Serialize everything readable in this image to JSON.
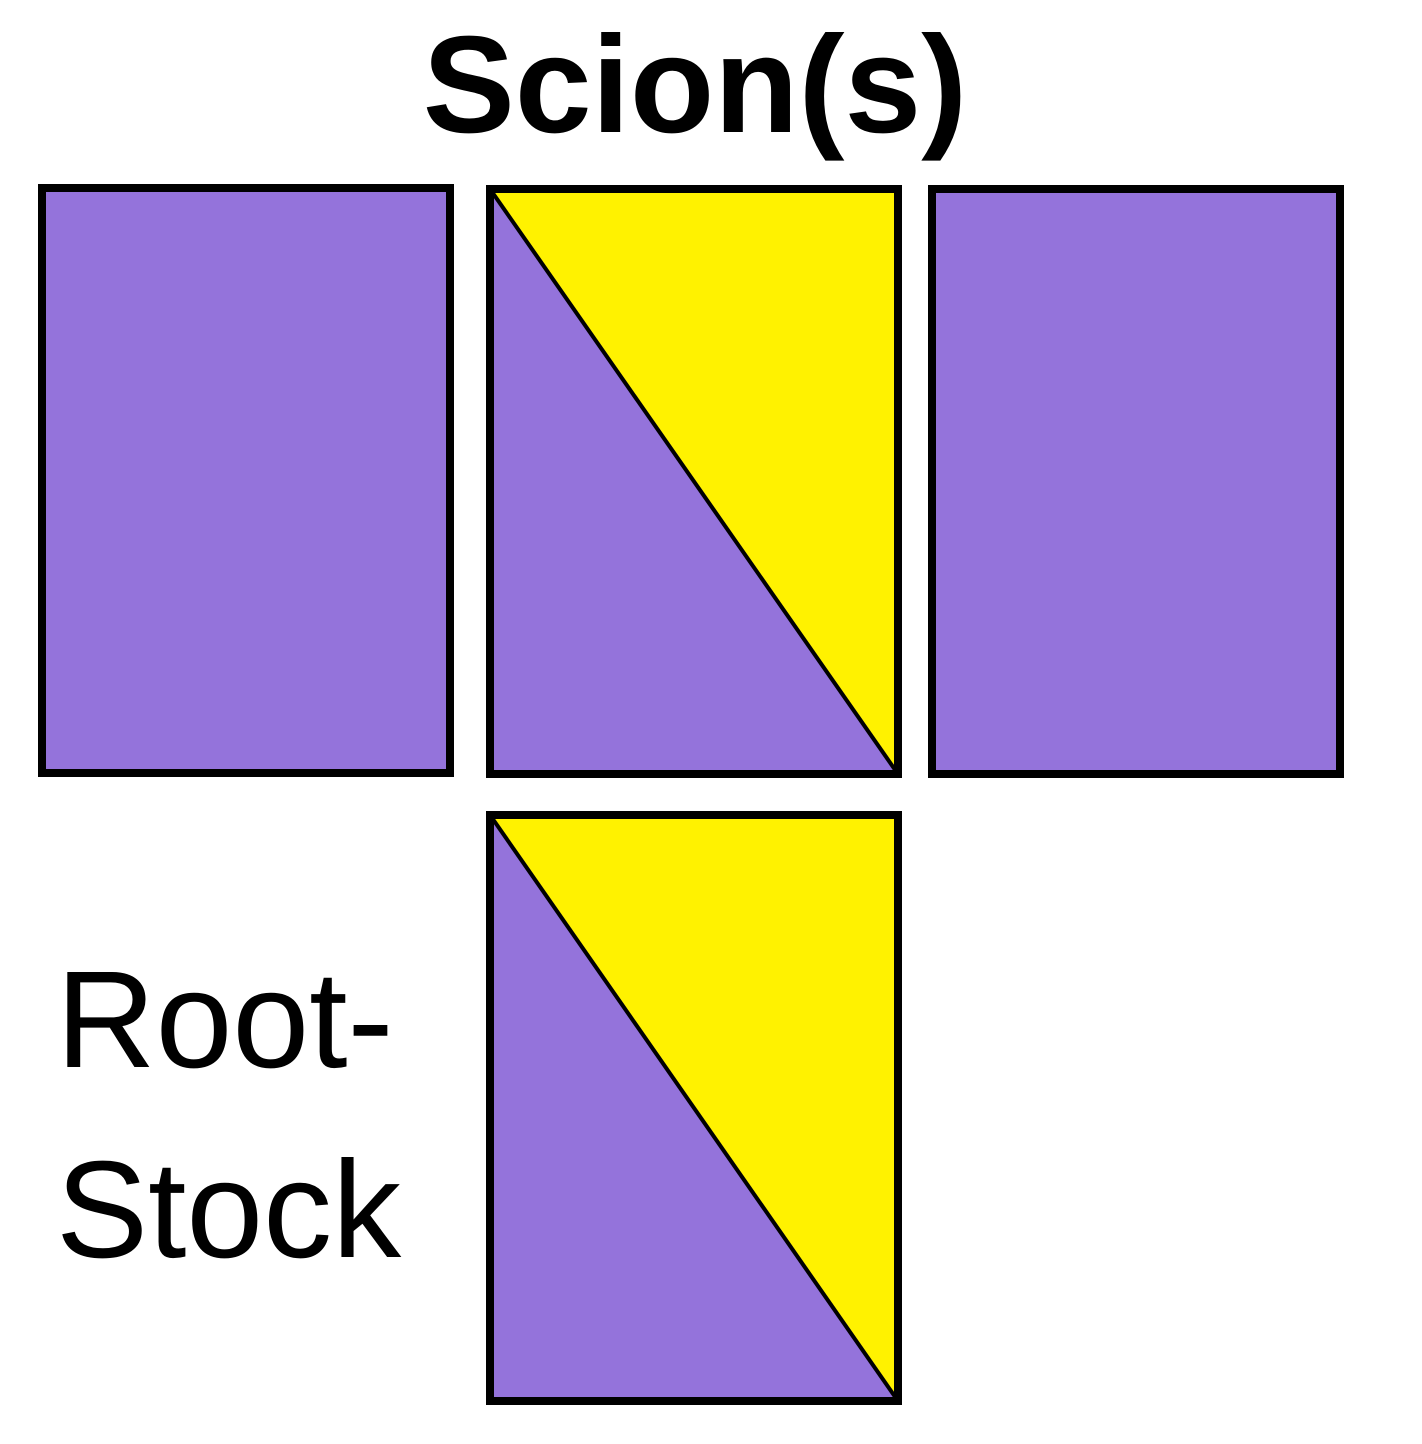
{
  "title": "Scion(s)",
  "rootstock_label": {
    "line1": "Root-",
    "line2": "Stock"
  },
  "colors": {
    "purple": "#9473DB",
    "yellow": "#FFF200",
    "outline": "#000000"
  },
  "blocks": [
    {
      "name": "scion-block-left",
      "fill": "purple"
    },
    {
      "name": "scion-block-middle",
      "fill": "split"
    },
    {
      "name": "scion-block-right",
      "fill": "purple"
    },
    {
      "name": "rootstock-block",
      "fill": "split"
    }
  ]
}
